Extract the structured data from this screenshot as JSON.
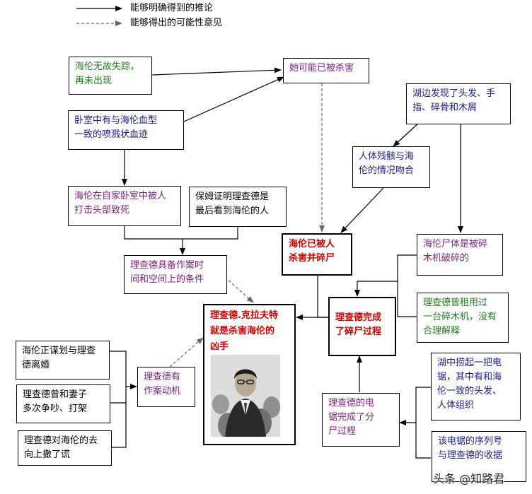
{
  "legend": {
    "solid_label": "能够明确得到的推论",
    "dashed_label": "能够得出的可能性意见"
  },
  "nodes": {
    "helen_disappeared": "海伦无故失踪，\n再未出现",
    "bedroom_blood": "卧室中有与海伦血型\n一致的喷溅状血迹",
    "may_be_killed": "她可能已被杀害",
    "lake_findings": "湖边发现了头发、手\n指、碎骨和木屑",
    "remains_match": "人体残骸与海\n伦的情况吻合",
    "killed_in_bedroom": "海伦在自家卧室中被人\n打击头部致死",
    "nanny_testimony": "保姆证明理查德是\n最后看到海伦的人",
    "killed_and_dismembered": "海伦已被人\n杀害并碎尸",
    "body_chipped": "海伦尸体是被碎\n木机破碎的",
    "richard_conditions": "理查德具备作案时\n间和空间上的条件",
    "richard_killer": "理查德.克拉夫特\n就是杀害海伦的\n凶手",
    "richard_completed_dismember": "理查德完成\n了碎尸过程",
    "rented_chipper": "理查德曾租用过\n一台碎木机，没有\n合理解释",
    "planning_divorce": "海伦正谋划与理查\n德离婚",
    "quarrels": "理查德曾和妻子\n多次争吵、打架",
    "lied_whereabouts": "理查德对海伦的去\n向上撒了谎",
    "motive": "理查德有\n作案动机",
    "saw_completed": "理查德的电\n锯完成了分\n尸过程",
    "lake_saw": "湖中捞起一把电\n锯，其中有和海\n伦一致的头发、\n人体组织",
    "saw_serial": "该电锯的序列号\n与理查德的收据"
  },
  "watermark": "头条 @知路君",
  "colors": {
    "green": "#1f7a1f",
    "purple": "#7a1f7a",
    "navy": "#1a1a8a",
    "red": "#d40000"
  }
}
